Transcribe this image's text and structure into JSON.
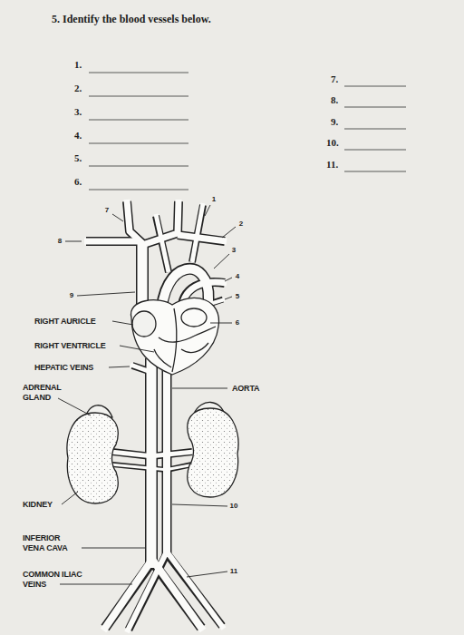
{
  "diagram": {
    "title": "5. Identify the blood vessels below.",
    "labels": [
      "1.",
      "2.",
      "3.",
      "4.",
      "5.",
      "6.",
      "7.",
      "8.",
      "9.",
      "10.",
      "11.",
      "7",
      "1",
      "2",
      "8",
      "3",
      "4",
      "9",
      "5",
      "6",
      "RIGHT AURICLE",
      "RIGHT VENTRICLE",
      "HEPATIC VEINS",
      "ADRENAL GLAND",
      "AORTA",
      "KIDNEY",
      "10",
      "INFERIOR VENA CAVA",
      "COMMON ILIAC VEINS",
      "11"
    ]
  }
}
